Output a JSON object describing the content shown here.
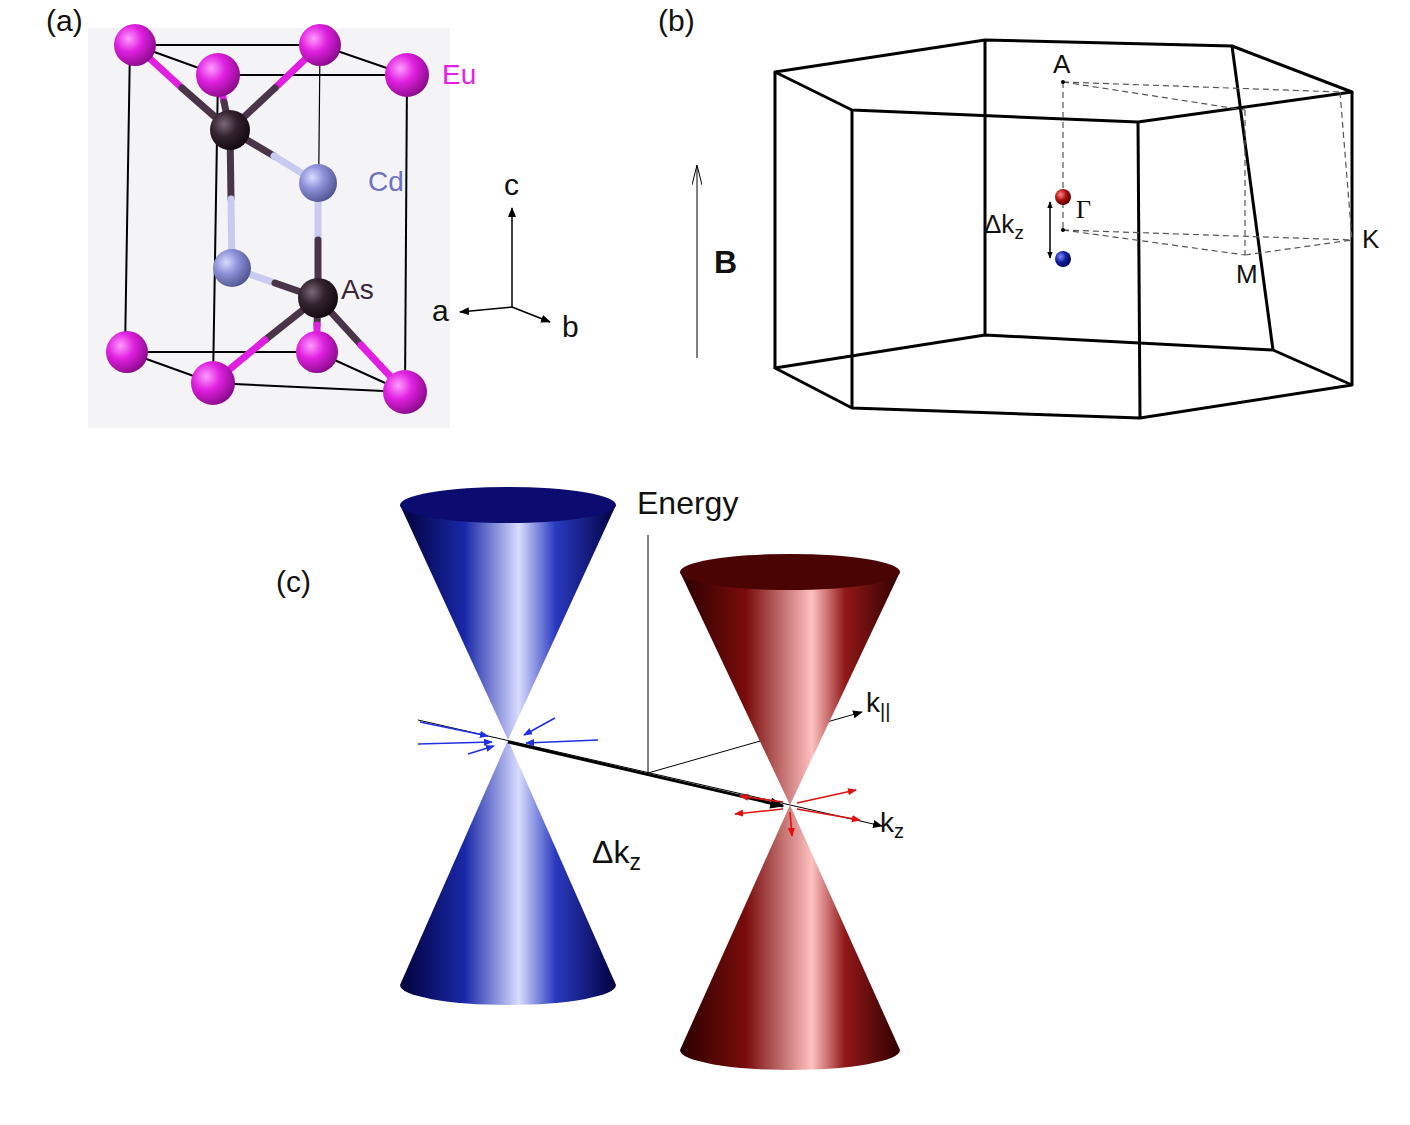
{
  "diagram": {
    "labels": [
      "(a)",
      "Eu",
      "Cd",
      "As",
      "c",
      "a",
      "b",
      "(b)",
      "A",
      "Γ",
      "Δkz",
      "K",
      "M",
      "B",
      "(c)",
      "Energy",
      "k||",
      "Δkz",
      "kz"
    ]
  }
}
